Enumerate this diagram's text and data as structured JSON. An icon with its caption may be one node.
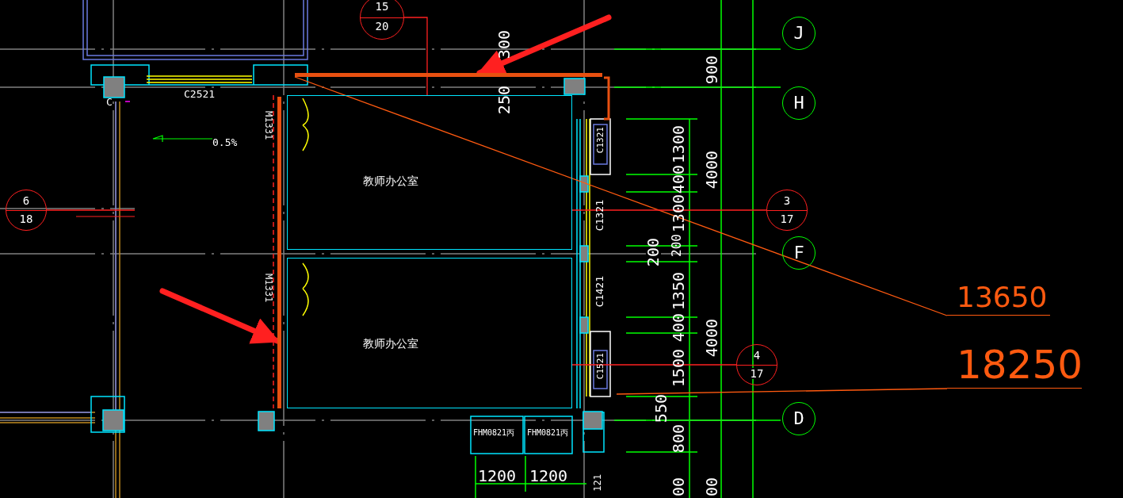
{
  "diagram": {
    "nodes": [
      {
        "text": [
          "15",
          "20"
        ]
      },
      {
        "text": [
          "6",
          "18"
        ]
      },
      {
        "text": [
          "3",
          "17"
        ]
      },
      {
        "text": [
          "4",
          "17"
        ]
      },
      {
        "text": [
          "J"
        ]
      },
      {
        "text": [
          "H"
        ]
      },
      {
        "text": [
          "F"
        ]
      },
      {
        "text": [
          "D"
        ]
      },
      {
        "text": [
          "教师办公室"
        ]
      },
      {
        "text": [
          "教师办公室"
        ]
      },
      {
        "text": [
          "13650"
        ]
      },
      {
        "text": [
          "18250"
        ]
      },
      {
        "text": [],
        "shape": "bar"
      },
      {
        "text": [],
        "shape": "bar"
      }
    ],
    "edges": [
      {
        "from": 10,
        "to": 12,
        "arrow": "none",
        "color": "#ff5a10"
      },
      {
        "from": 11,
        "to": null,
        "arrow": "none",
        "color": "#ff5a10"
      },
      {
        "from": null,
        "to": 12,
        "arrow": "to",
        "style": "thick"
      },
      {
        "from": null,
        "to": 13,
        "arrow": "to",
        "style": "thick"
      },
      {
        "from": 0,
        "to": 8,
        "arrow": "none"
      },
      {
        "from": 1,
        "to": null,
        "arrow": "none"
      },
      {
        "from": 2,
        "to": 8,
        "arrow": "none"
      },
      {
        "from": 3,
        "to": 9,
        "arrow": "none"
      }
    ],
    "labels": [
      "300",
      "C2521",
      "C",
      "250",
      "900",
      "0.5%",
      "M1331",
      "C1321",
      "1300",
      "400",
      "1300",
      "4000",
      "C1321",
      "200",
      "200",
      "M1331",
      "C1421",
      "1350",
      "400",
      "4000",
      "C1521",
      "1500",
      "550",
      "800",
      "FHM0821丙",
      "FHM0821丙",
      "1200",
      "1200",
      "121",
      "00",
      "00"
    ]
  }
}
